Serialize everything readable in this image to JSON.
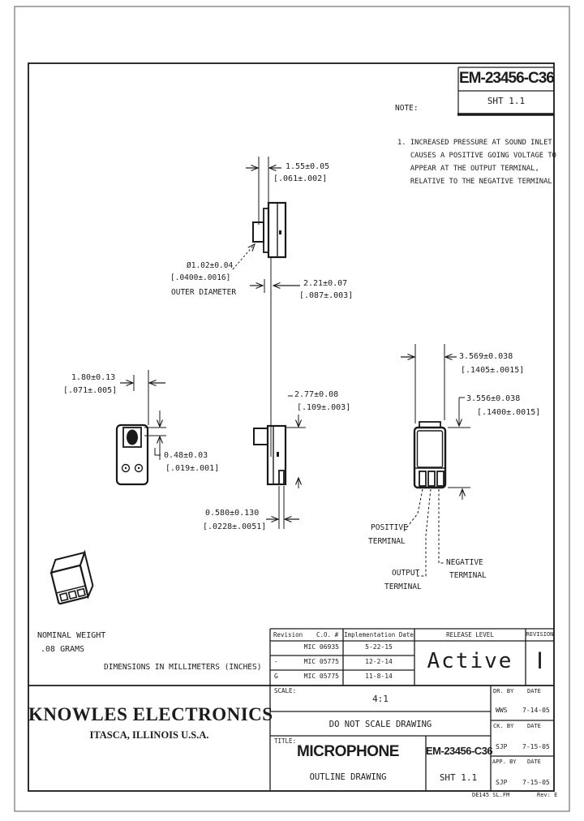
{
  "title_box": {
    "number": "EM-23456-C36",
    "sheet": "SHT 1.1"
  },
  "note": {
    "heading": "NOTE:",
    "lines": [
      "1. INCREASED PRESSURE AT SOUND INLET",
      "   CAUSES A POSITIVE GOING VOLTAGE TO",
      "   APPEAR AT THE OUTPUT TERMINAL,",
      "   RELATIVE TO THE NEGATIVE TERMINAL."
    ]
  },
  "dims": {
    "port_length": {
      "mm": "1.55±0.05",
      "in": "[.061±.002]"
    },
    "port_od": {
      "line1": "Ø1.02±0.04",
      "line2": "[.0400±.0016]",
      "line3": "OUTER DIAMETER"
    },
    "port_offset": {
      "mm": "2.21±0.07",
      "in": "[.087±.003]"
    },
    "inlet_offset": {
      "mm": "1.80±0.13",
      "in": "[.071±.005]"
    },
    "inlet_step": {
      "mm": "0.48±0.03",
      "in": "[.019±.001]"
    },
    "side_depth": {
      "mm": "2.77±0.08",
      "in": "[.109±.003]"
    },
    "terminal_width": {
      "mm": "0.580±0.130",
      "in": "[.0228±.0051]"
    },
    "body_width": {
      "mm": "3.569±0.038",
      "in": "[.1405±.0015]"
    },
    "body_height": {
      "mm": "3.556±0.038",
      "in": "[.1400±.0015]"
    }
  },
  "labels": {
    "positive": [
      "POSITIVE",
      "TERMINAL"
    ],
    "output": [
      "OUTPUT",
      "TERMINAL"
    ],
    "negative": [
      "NEGATIVE",
      "TERMINAL"
    ],
    "weight": [
      "NOMINAL WEIGHT",
      ".08 GRAMS"
    ],
    "units": "DIMENSIONS IN MILLIMETERS (INCHES)"
  },
  "revision_table": {
    "headers": {
      "revision": "Revision",
      "co": "C.O. #",
      "impl_date": "Implementation Date",
      "release_level": "RELEASE LEVEL",
      "rev_col": "REVISION"
    },
    "rows": [
      {
        "rev": "",
        "co": "MIC 06935",
        "date": "5-22-15"
      },
      {
        "rev": "-",
        "co": "MIC 05775",
        "date": "12-2-14"
      },
      {
        "rev": "G",
        "co": "MIC 05775",
        "date": "11-8-14"
      }
    ],
    "release_level_value": "Active",
    "revision_value": "I"
  },
  "title_block": {
    "company": "KNOWLES ELECTRONICS",
    "location": "ITASCA, ILLINOIS U.S.A.",
    "scale_label": "SCALE:",
    "scale_value": "4:1",
    "no_scale": "DO NOT SCALE DRAWING",
    "title_label": "TITLE:",
    "title_value": "MICROPHONE",
    "subtitle": "OUTLINE DRAWING",
    "number": "EM-23456-C36",
    "sheet": "SHT 1.1",
    "signoff": [
      {
        "role": "DR. BY",
        "date_label": "DATE",
        "name": "WWS",
        "date": "7-14-05"
      },
      {
        "role": "CK. BY",
        "date_label": "DATE",
        "name": "SJP",
        "date": "7-15-05"
      },
      {
        "role": "APP. BY",
        "date_label": "DATE",
        "name": "SJP",
        "date": "7-15-05"
      }
    ],
    "footer_file": "DE145 SL.FM",
    "footer_rev": "Rev: E"
  }
}
